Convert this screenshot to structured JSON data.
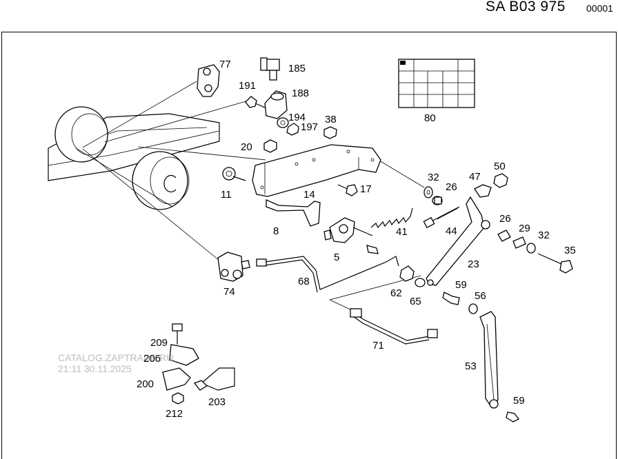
{
  "header": {
    "doc_code": "SA B03 975",
    "page_no": "00001"
  },
  "watermark": {
    "line1": "CATALOG.ZAPTRADE.RU",
    "line2": "21:11 30.11.2025"
  },
  "callouts": {
    "c77": "77",
    "c185": "185",
    "c191": "191",
    "c188": "188",
    "c194": "194",
    "c197": "197",
    "c38": "38",
    "c20": "20",
    "c11": "11",
    "c14": "14",
    "c17": "17",
    "c8": "8",
    "c80": "80",
    "c32a": "32",
    "c26a": "26",
    "c47": "47",
    "c50": "50",
    "c44": "44",
    "c41": "41",
    "c5": "5",
    "c26b": "26",
    "c29": "29",
    "c32b": "32",
    "c35": "35",
    "c23": "23",
    "c74": "74",
    "c68": "68",
    "c62": "62",
    "c65": "65",
    "c59a": "59",
    "c56": "56",
    "c71": "71",
    "c209": "209",
    "c206": "206",
    "c200": "200",
    "c203": "203",
    "c212": "212",
    "c53": "53",
    "c59b": "59"
  }
}
